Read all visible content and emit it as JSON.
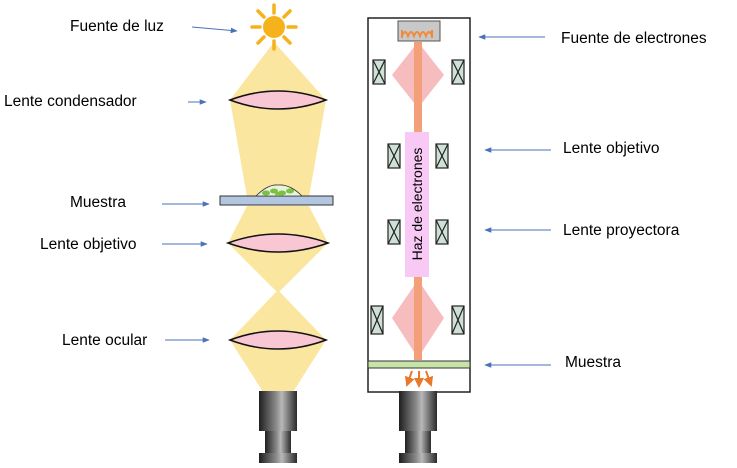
{
  "optical": {
    "labels": {
      "light_source": "Fuente de luz",
      "condenser_lens": "Lente condensador",
      "sample": "Muestra",
      "objective_lens": "Lente objetivo",
      "ocular_lens": "Lente ocular"
    }
  },
  "electron": {
    "labels": {
      "electron_source": "Fuente de electrones",
      "objective_lens": "Lente objetivo",
      "projector_lens": "Lente proyectora",
      "sample": "Muestra"
    },
    "beam_label": "Haz de electrones"
  },
  "colors": {
    "light_beam": "#fbe6a0",
    "lens_fill": "#f9c6d3",
    "sun": "#f6b21b",
    "sample_slide": "#b3c6e0",
    "specimen": "#7bc043",
    "electron_cone": "#f7b5b8",
    "electron_beam": "#f3a07a",
    "beam_label_bg": "#f9c9f6",
    "coil": "#f08a3c",
    "emitted_arrows": "#e8782a",
    "em_sample": "#c8e3a8",
    "magnet_fill": "#cfe0d6",
    "arrow": "#4a72b8"
  },
  "icons": {
    "light_source": "sun-icon",
    "camera": "camera-body-icon",
    "magnetic_lens": "magnetic-coil-icon"
  }
}
